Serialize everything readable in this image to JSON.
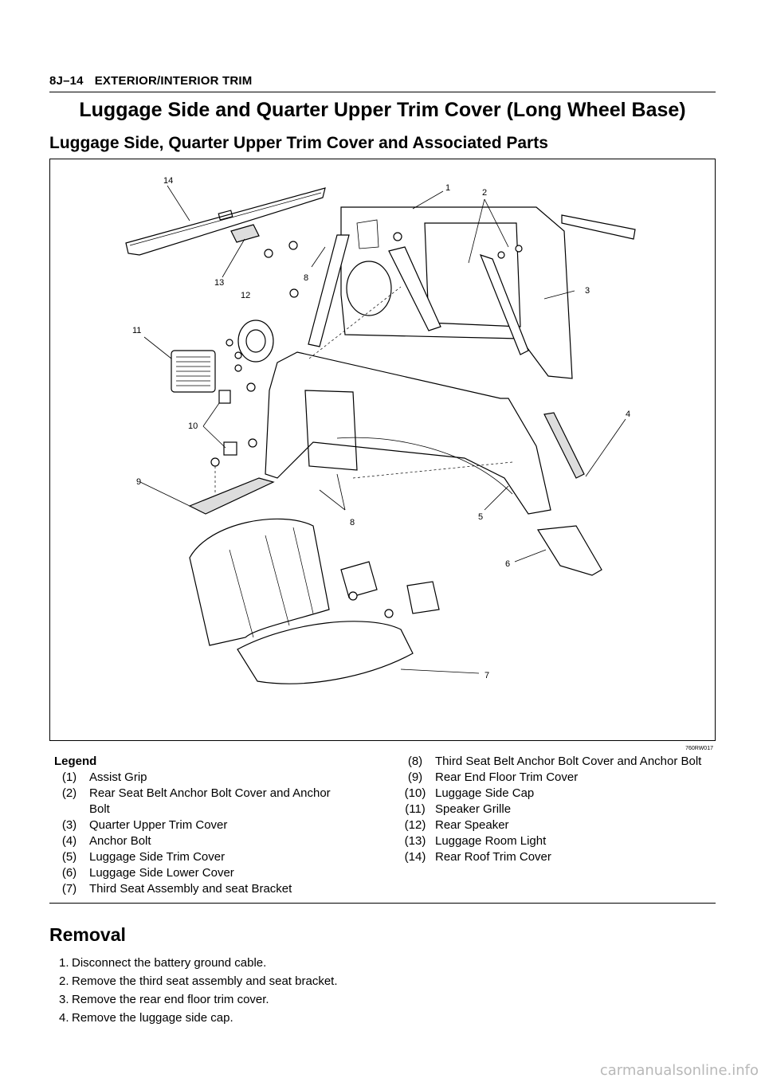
{
  "header": {
    "section": "8J–14",
    "chapter": "EXTERIOR/INTERIOR TRIM"
  },
  "title": "Luggage Side and Quarter Upper Trim Cover (Long Wheel Base)",
  "subtitle": "Luggage Side, Quarter Upper Trim Cover and Associated Parts",
  "figure": {
    "code": "760RW017",
    "callouts": [
      "14",
      "1",
      "2",
      "13",
      "8",
      "12",
      "3",
      "11",
      "10",
      "4",
      "9",
      "8",
      "5",
      "6",
      "7"
    ]
  },
  "legend": {
    "heading": "Legend",
    "left": [
      {
        "num": "(1)",
        "text": "Assist Grip"
      },
      {
        "num": "(2)",
        "text": "Rear Seat Belt Anchor Bolt Cover and Anchor Bolt"
      },
      {
        "num": "(3)",
        "text": "Quarter Upper Trim Cover"
      },
      {
        "num": "(4)",
        "text": "Anchor Bolt"
      },
      {
        "num": "(5)",
        "text": "Luggage Side Trim Cover"
      },
      {
        "num": "(6)",
        "text": "Luggage Side Lower Cover"
      },
      {
        "num": "(7)",
        "text": "Third Seat Assembly and seat Bracket"
      }
    ],
    "right": [
      {
        "num": "(8)",
        "text": "Third Seat Belt Anchor Bolt Cover and Anchor Bolt"
      },
      {
        "num": "(9)",
        "text": "Rear End Floor Trim Cover"
      },
      {
        "num": "(10)",
        "text": "Luggage Side Cap"
      },
      {
        "num": "(11)",
        "text": "Speaker Grille"
      },
      {
        "num": "(12)",
        "text": "Rear Speaker"
      },
      {
        "num": "(13)",
        "text": "Luggage Room Light"
      },
      {
        "num": "(14)",
        "text": "Rear Roof Trim Cover"
      }
    ]
  },
  "removal": {
    "heading": "Removal",
    "steps": [
      {
        "num": "1.",
        "text": "Disconnect the battery ground cable."
      },
      {
        "num": "2.",
        "text": "Remove the third seat assembly and seat bracket."
      },
      {
        "num": "3.",
        "text": "Remove the rear end floor trim cover."
      },
      {
        "num": "4.",
        "text": "Remove the luggage side cap."
      }
    ]
  },
  "watermark": "carmanualsonline.info"
}
